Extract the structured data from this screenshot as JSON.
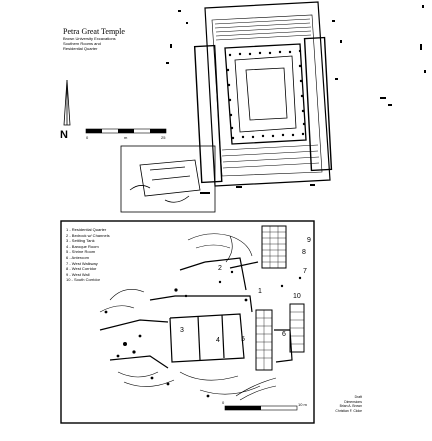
{
  "title": {
    "main": "Petra Great Temple",
    "lines": [
      "Brown University Excavations",
      "Southern Rooms and",
      "Residential Quarter"
    ]
  },
  "north_label": "N",
  "top_scale": {
    "ticks": [
      "0",
      "m",
      "25"
    ]
  },
  "bottom_scale": {
    "ticks": [
      "0",
      "10 m"
    ]
  },
  "legend": [
    "1 - Residential Quarter",
    "2 - Bedrock w/ Channels",
    "3 - Settling Tank",
    "4 - Baroque Room",
    "5 - Shrine Room",
    "6 - Anteroom",
    "7 - West Walkway",
    "8 - West Corridor",
    "9 - West Wall",
    "10 - South Corridor"
  ],
  "plan_numbers": [
    "9",
    "8",
    "7",
    "2",
    "1",
    "10",
    "3",
    "4",
    "5",
    "6"
  ],
  "credit": [
    "Draft",
    "Dimensions",
    "Brian A. Brown",
    "Christian F. Cloke"
  ]
}
